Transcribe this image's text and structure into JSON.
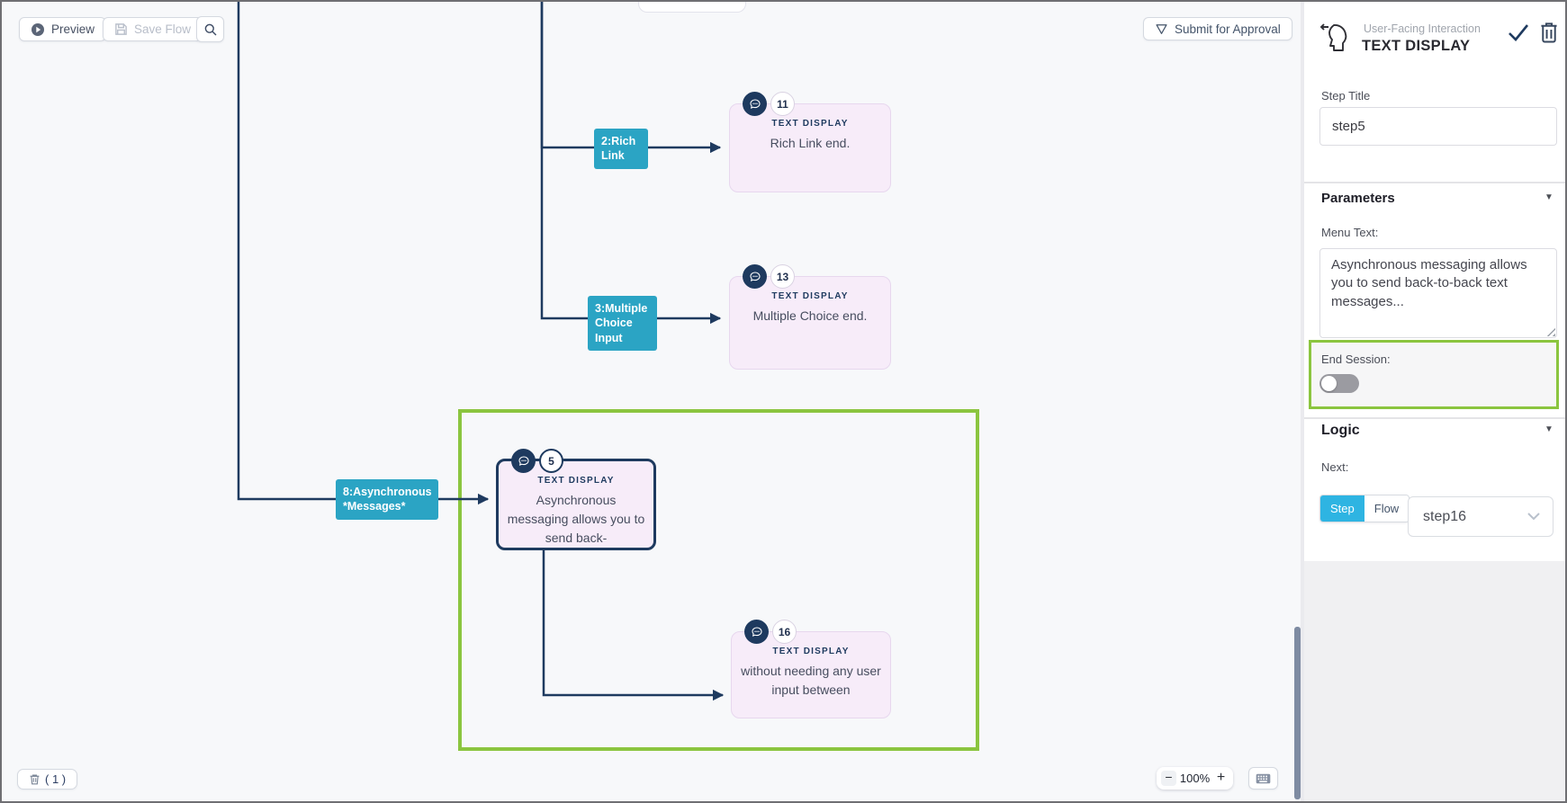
{
  "toolbar": {
    "preview_label": "Preview",
    "save_label": "Save Flow",
    "submit_label": "Submit for Approval"
  },
  "canvas": {
    "branches": [
      {
        "label": "2:Rich Link"
      },
      {
        "label": "3:Multiple Choice Input"
      },
      {
        "label": "8:Asynchronous *Messages*"
      }
    ],
    "cards": [
      {
        "badge": "11",
        "type_label": "TEXT DISPLAY",
        "text": "Rich Link end."
      },
      {
        "badge": "13",
        "type_label": "TEXT DISPLAY",
        "text": "Multiple Choice end."
      },
      {
        "badge": "5",
        "type_label": "TEXT DISPLAY",
        "text": "Asynchronous messaging allows you to send back-",
        "selected": true
      },
      {
        "badge": "16",
        "type_label": "TEXT DISPLAY",
        "text": "without needing any user input between"
      }
    ],
    "delete_count": "( 1 )",
    "zoom": {
      "minus": "−",
      "value": "100%",
      "plus": "+"
    }
  },
  "panel": {
    "header": {
      "category": "User-Facing Interaction",
      "title": "TEXT DISPLAY"
    },
    "step_title": {
      "label": "Step Title",
      "value": "step5"
    },
    "parameters": {
      "title": "Parameters",
      "collapse_glyph": "▼",
      "menu_text_label": "Menu Text:",
      "menu_text_value": "Asynchronous messaging allows you to send back-to-back text messages...",
      "end_session_label": "End Session:"
    },
    "logic": {
      "title": "Logic",
      "collapse_glyph": "▼",
      "next_label": "Next:",
      "step_tab": "Step",
      "flow_tab": "Flow",
      "next_value": "step16"
    }
  },
  "colors": {
    "accent_teal_node": "#2ba4c4",
    "accent_cyan_selected_tab": "#2eb4e2",
    "navy_line": "#1e3a5f",
    "selection_green": "#8bc53f",
    "card_background": "#f7ecf9"
  }
}
